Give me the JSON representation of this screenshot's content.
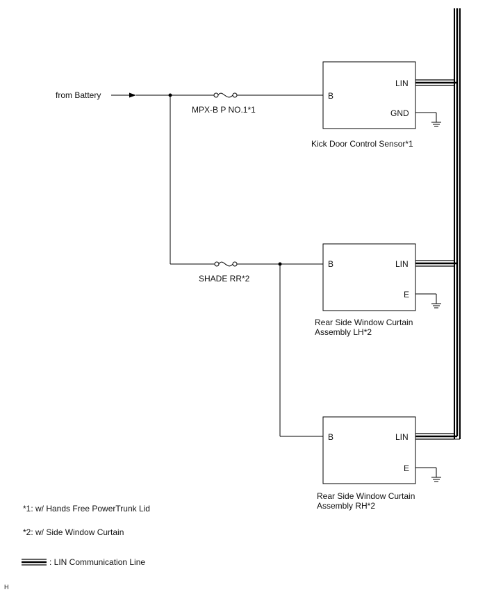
{
  "source": {
    "label": "from Battery"
  },
  "fuses": {
    "mpx": {
      "label": "MPX-B P NO.1*1"
    },
    "shade": {
      "label": "SHADE RR*2"
    }
  },
  "components": {
    "kick_sensor": {
      "name": "Kick Door Control Sensor*1",
      "pins": {
        "b": "B",
        "lin": "LIN",
        "gnd": "GND"
      }
    },
    "curtain_lh": {
      "name_line1": "Rear Side Window Curtain",
      "name_line2": "Assembly LH*2",
      "pins": {
        "b": "B",
        "lin": "LIN",
        "e": "E"
      }
    },
    "curtain_rh": {
      "name_line1": "Rear Side Window Curtain",
      "name_line2": "Assembly RH*2",
      "pins": {
        "b": "B",
        "lin": "LIN",
        "e": "E"
      }
    }
  },
  "notes": {
    "note1": "*1: w/ Hands Free PowerTrunk Lid",
    "note2": "*2: w/ Side Window Curtain"
  },
  "legend": {
    "lin_label": ": LIN Communication Line"
  },
  "corner_mark": "H"
}
